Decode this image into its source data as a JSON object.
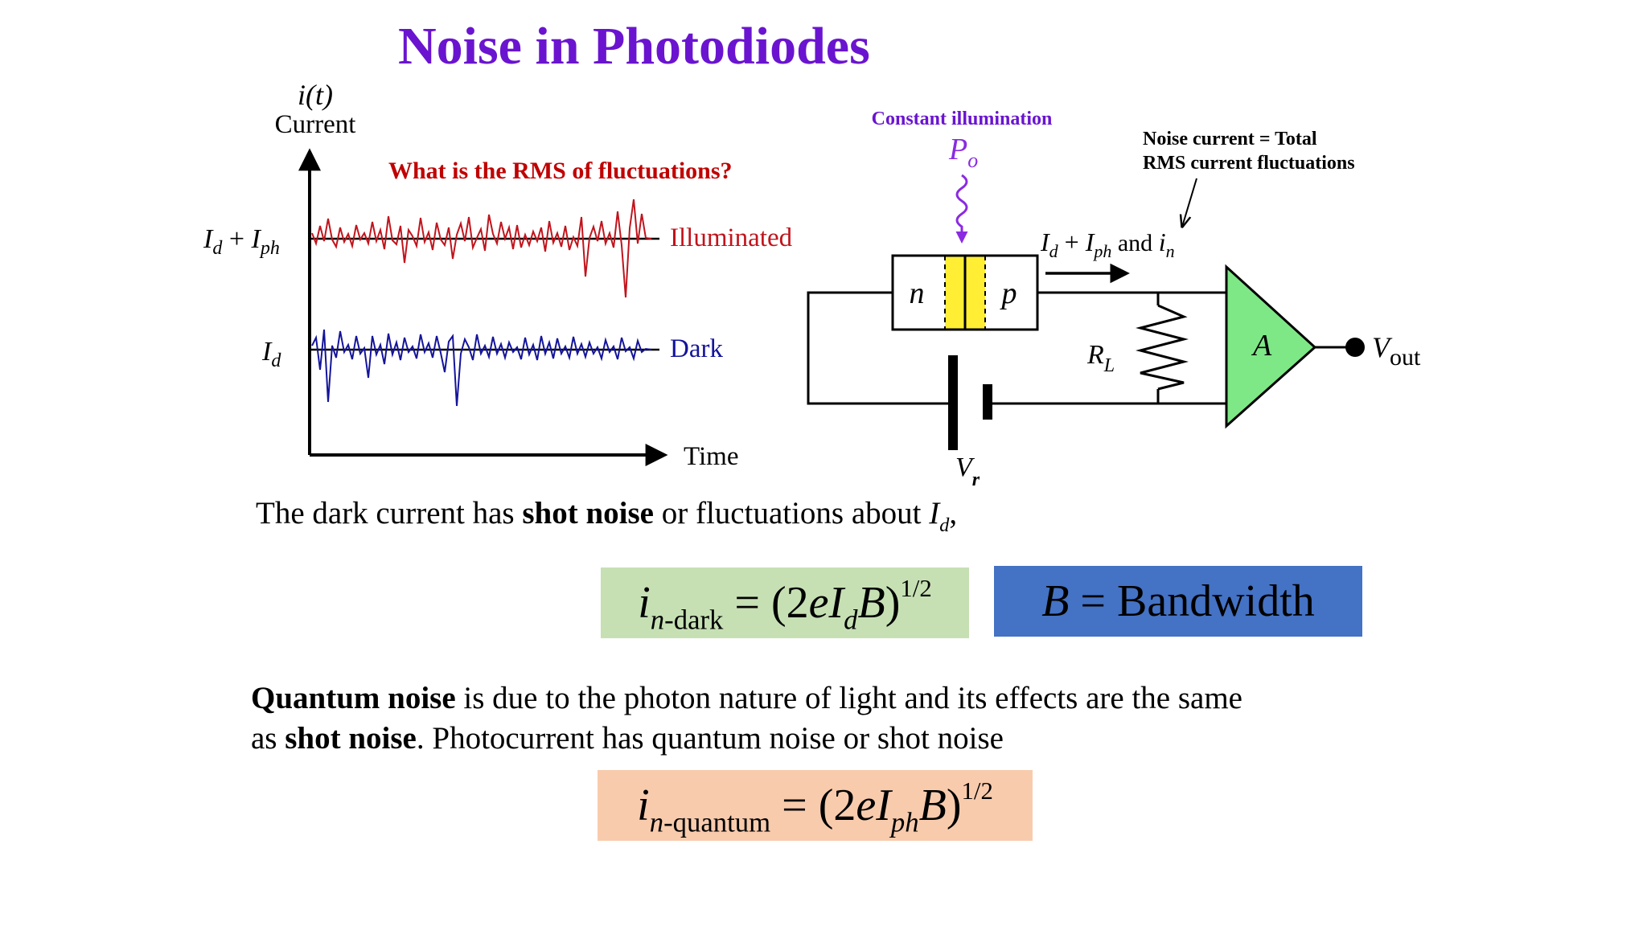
{
  "slide": {
    "title": "Noise in Photodiodes",
    "colors": {
      "title": "#6a14d0",
      "illuminated": "#c0141c",
      "dark": "#14149a",
      "question": "#c00000",
      "illumination_label": "#6a14d0",
      "amplifier": "#7ee887",
      "pn_junction": "#ffee33",
      "box_dark": "#c6e0b4",
      "box_bandwidth": "#4472c4",
      "box_quantum": "#f8cbad"
    }
  },
  "plot": {
    "y_label_top": "i(t)",
    "y_label": "Current",
    "x_label": "Time",
    "question": "What is the RMS of fluctuations?",
    "level_upper": "Id + Iph",
    "level_lower": "Id",
    "series": [
      "Illuminated",
      "Dark"
    ]
  },
  "circuit": {
    "illumination": "Constant illumination",
    "power": "Po",
    "noise_note_line1": "Noise current = Total",
    "noise_note_line2": "RMS current fluctuations",
    "current_label": "Id + Iph and in",
    "n_label": "n",
    "p_label": "p",
    "resistor": "RL",
    "amplifier": "A",
    "output": "Vout",
    "battery": "Vr"
  },
  "text": {
    "dark_sentence_pre": "The dark current has ",
    "dark_sentence_bold": "shot noise",
    "dark_sentence_post": " or fluctuations about Id,",
    "quantum_line1_bold": "Quantum noise",
    "quantum_line1_rest": " is due to the photon nature of light and its effects are the same",
    "quantum_line2_pre": "as ",
    "quantum_line2_bold": "shot noise",
    "quantum_line2_post": ". Photocurrent has quantum noise or shot noise"
  },
  "equations": {
    "dark": "in-dark = (2eIdB)1/2",
    "bandwidth": "B = Bandwidth",
    "quantum": "in-quantum = (2eIphB)1/2"
  }
}
